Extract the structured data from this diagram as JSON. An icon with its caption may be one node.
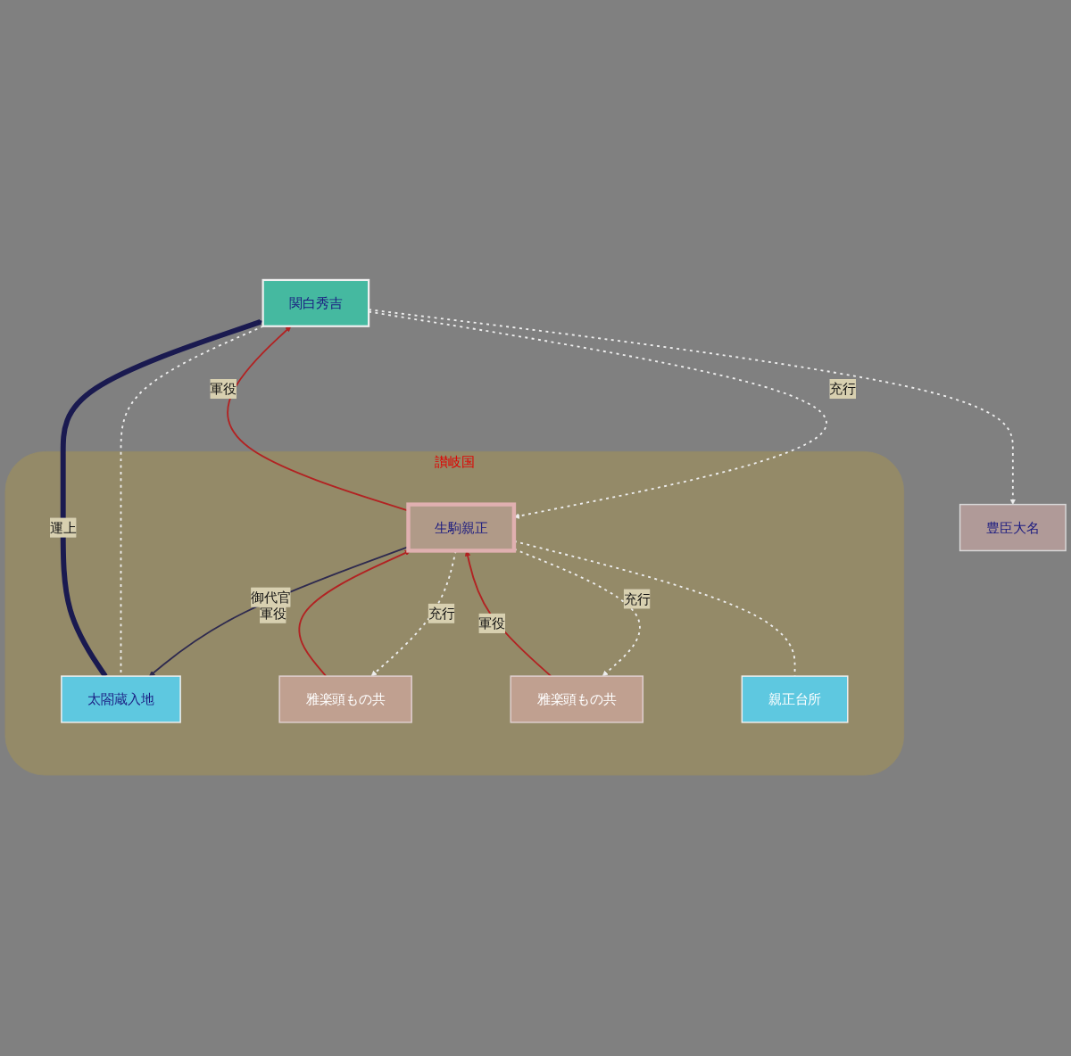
{
  "diagram": {
    "nodes": [
      {
        "text": [
          "関白秀吉"
        ]
      },
      {
        "text": [
          "讃岐国"
        ]
      },
      {
        "text": [
          "生駒親正"
        ],
        "in": 1
      },
      {
        "text": [
          "太閤蔵入地"
        ],
        "in": 1
      },
      {
        "text": [
          "豊臣大名"
        ]
      },
      {
        "text": [
          "雅楽頭もの共"
        ],
        "in": 1
      },
      {
        "text": [
          "雅楽頭もの共"
        ],
        "in": 1
      },
      {
        "text": [
          "親正台所"
        ],
        "in": 1
      }
    ],
    "edges": [
      {
        "from": 2,
        "to": 0,
        "arrow": "to",
        "label": "軍役",
        "color": "#b22222"
      },
      {
        "from": 0,
        "to": 2,
        "arrow": "to",
        "label": "充行",
        "style": "dashed"
      },
      {
        "from": 2,
        "to": 3,
        "arrow": "to",
        "label": "御代官",
        "color": "#2e2a4f"
      },
      {
        "from": 3,
        "to": 0,
        "arrow": "to",
        "label": "運上",
        "style": "thick",
        "color": "#1a1a50"
      },
      {
        "from": 0,
        "to": 3,
        "arrow": "none",
        "style": "dashed"
      },
      {
        "from": 0,
        "to": 4,
        "arrow": "to",
        "style": "dashed"
      },
      {
        "from": 5,
        "to": 2,
        "arrow": "to",
        "label": "軍役",
        "color": "#b22222"
      },
      {
        "from": 2,
        "to": 5,
        "arrow": "to",
        "label": "充行",
        "style": "dashed"
      },
      {
        "from": 6,
        "to": 2,
        "arrow": "to",
        "label": "軍役",
        "color": "#b22222"
      },
      {
        "from": 2,
        "to": 6,
        "arrow": "to",
        "label": "充行",
        "style": "dashed"
      },
      {
        "from": 2,
        "to": 7,
        "arrow": "none",
        "style": "dashed"
      }
    ]
  }
}
